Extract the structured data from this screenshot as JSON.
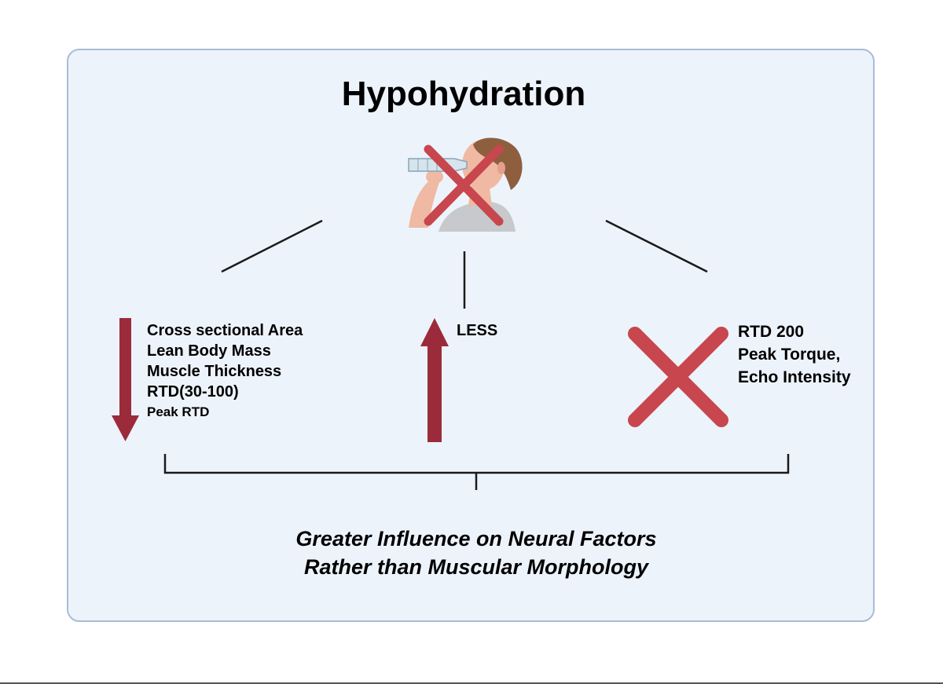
{
  "title": "Hypohydration",
  "icon": "no-drinking-person-icon",
  "branches": [
    {
      "id": "decrease",
      "indicator_icon": "down-arrow-icon",
      "items": [
        "Cross sectional Area",
        "Lean Body Mass",
        "Muscle Thickness",
        "RTD(30-100)",
        "Peak RTD"
      ]
    },
    {
      "id": "increase",
      "indicator_icon": "up-arrow-icon",
      "items": [
        "LESS"
      ]
    },
    {
      "id": "no-effect",
      "indicator_icon": "x-mark-icon",
      "items": [
        "RTD 200",
        "Peak Torque,",
        "Echo Intensity"
      ]
    }
  ],
  "conclusion": {
    "line1": "Greater Influence on Neural Factors",
    "line2": "Rather than Muscular Morphology"
  },
  "colors": {
    "panel_bg": "#edf3fb",
    "panel_border": "#a9bbd8",
    "arrow_red": "#9b2b3b",
    "x_red": "#c8464d"
  }
}
